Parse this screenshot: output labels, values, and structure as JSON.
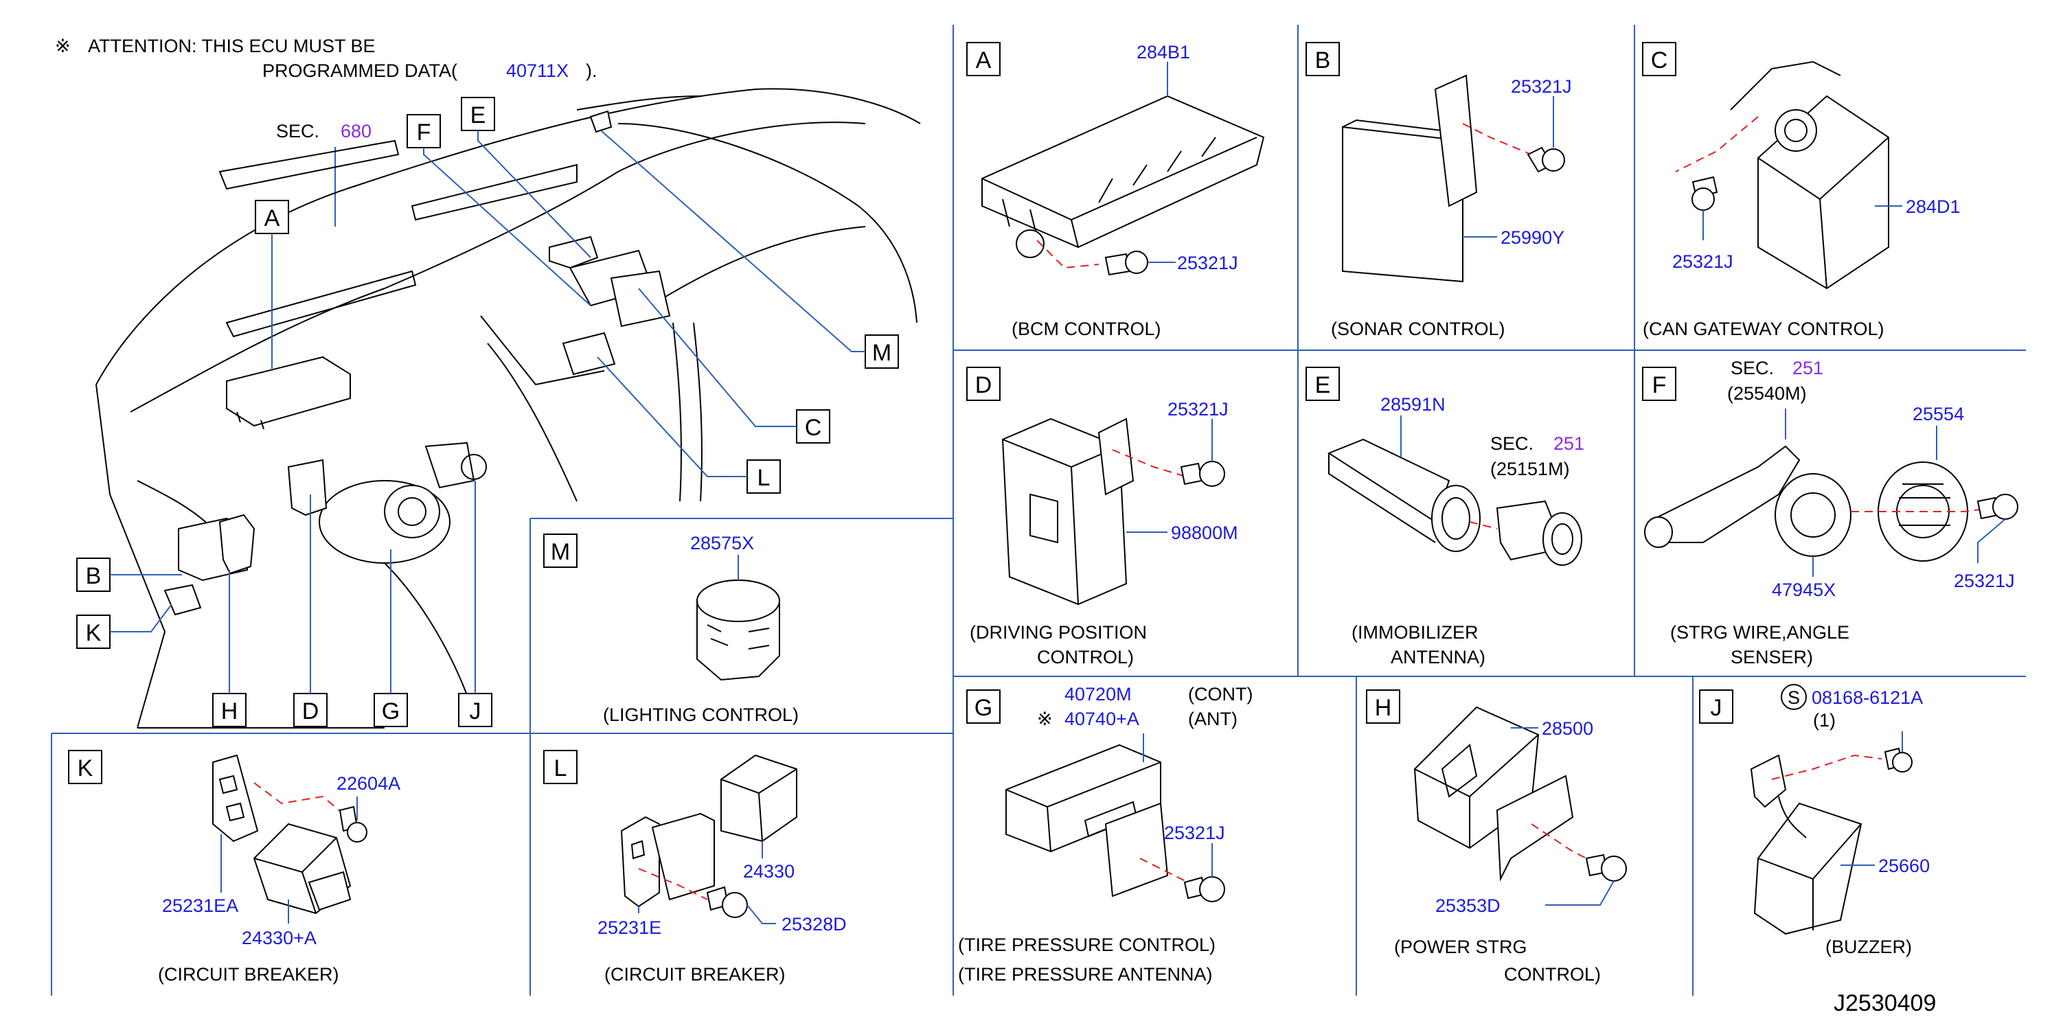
{
  "attention": {
    "mark": "※",
    "line1": "ATTENTION:  THIS  ECU  MUST  BE",
    "line2": "PROGRAMMED  DATA(",
    "code": "40711X",
    "line2_end": ")."
  },
  "overview": {
    "sec_label": "SEC.",
    "sec_num": "680",
    "callouts": [
      "A",
      "B",
      "C",
      "D",
      "E",
      "F",
      "G",
      "H",
      "J",
      "K",
      "L",
      "M"
    ]
  },
  "panels": {
    "A": {
      "letter": "A",
      "parts": [
        "284B1",
        "25321J"
      ],
      "caption": "(BCM   CONTROL)"
    },
    "B": {
      "letter": "B",
      "parts": [
        "25321J",
        "25990Y"
      ],
      "caption": "(SONAR   CONTROL)"
    },
    "C": {
      "letter": "C",
      "parts": [
        "25321J",
        "284D1"
      ],
      "caption": "(CAN   GATEWAY   CONTROL)"
    },
    "D": {
      "letter": "D",
      "parts": [
        "25321J",
        "98800M"
      ],
      "caption1": "(DRIVING   POSITION",
      "caption2": "CONTROL)"
    },
    "E": {
      "letter": "E",
      "parts": [
        "28591N"
      ],
      "sec_label": "SEC.",
      "sec_num": "251",
      "sec_ref": "(25151M)",
      "caption1": "(IMMOBILIZER",
      "caption2": "ANTENNA)"
    },
    "F": {
      "letter": "F",
      "sec_label": "SEC.",
      "sec_num": "251",
      "sec_ref": "(25540M)",
      "parts": [
        "25554",
        "47945X",
        "25321J"
      ],
      "caption1": "(STRG   WIRE,ANGLE",
      "caption2": "SENSER)"
    },
    "M": {
      "letter": "M",
      "parts": [
        "28575X"
      ],
      "caption": "(LIGHTING   CONTROL)"
    },
    "G": {
      "letter": "G",
      "parts": [
        "40720M",
        "40740+A",
        "25321J"
      ],
      "mark": "※",
      "notes": [
        "(CONT)",
        "(ANT)"
      ],
      "caption1": "(TIRE   PRESSURE   CONTROL)",
      "caption2": "(TIRE   PRESSURE   ANTENNA)"
    },
    "H": {
      "letter": "H",
      "parts": [
        "28500",
        "25353D"
      ],
      "caption1": "(POWER   STRG",
      "caption2": "CONTROL)"
    },
    "J": {
      "letter": "J",
      "s_mark": "S",
      "parts": [
        "08168-6121A",
        "25660"
      ],
      "qty": "(1)",
      "caption": "(BUZZER)"
    },
    "K": {
      "letter": "K",
      "parts": [
        "22604A",
        "25231EA",
        "24330+A"
      ],
      "caption": "(CIRCUIT   BREAKER)"
    },
    "L": {
      "letter": "L",
      "parts": [
        "24330",
        "25231E",
        "25328D"
      ],
      "caption": "(CIRCUIT   BREAKER)"
    }
  },
  "drawing_id": "J2530409"
}
